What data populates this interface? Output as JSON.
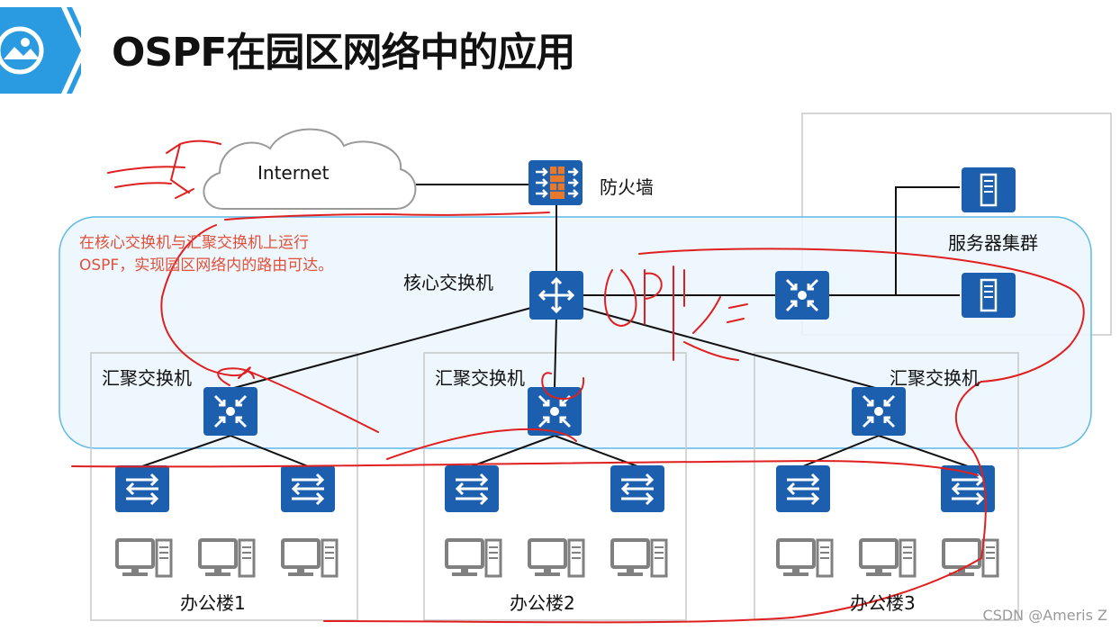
{
  "title": "OSPF在园区网络中的应用",
  "nodes": {
    "internet": "Internet",
    "firewall": "防火墙",
    "core_switch": "核心交换机",
    "server_cluster": "服务器集群",
    "aggregation_switch": "汇聚交换机",
    "buildings": [
      "办公楼1",
      "办公楼2",
      "办公楼3"
    ]
  },
  "annotation": "在核心交换机与汇聚交换机上运行OSPF，实现园区网络内的路由可达。",
  "watermark": "CSDN @Ameris Z",
  "icons": [
    "picture-icon",
    "cloud-icon",
    "firewall-icon",
    "core-router-icon",
    "l3-switch-icon",
    "server-icon",
    "access-switch-icon",
    "pc-icon"
  ],
  "colors": {
    "device_blue": "#1b5fae",
    "title_badge": "#2a9be0",
    "ospf_area_fill": "#eaf6fd",
    "ospf_area_border": "#5fb9e6",
    "firewall_orange": "#e8782a",
    "annotation_red": "#e0503a",
    "handwriting_red": "#e02020"
  }
}
